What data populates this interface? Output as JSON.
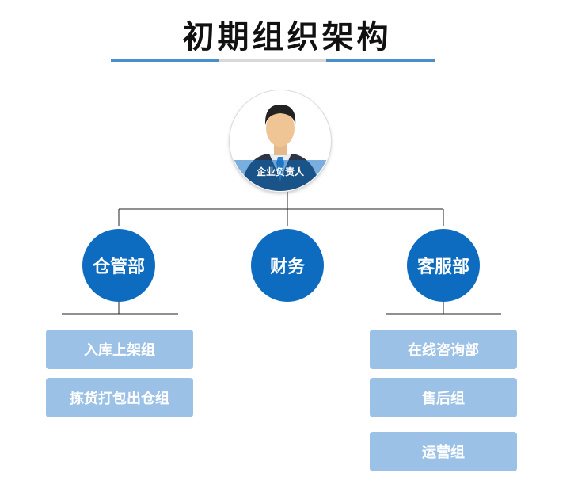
{
  "title": "初期组织架构",
  "root": {
    "label": "企业负责人",
    "icon": "businessman-avatar-icon"
  },
  "departments": [
    {
      "label": "仓管部",
      "teams": [
        "入库上架组",
        "拣货打包出仓组"
      ]
    },
    {
      "label": "财务",
      "teams": []
    },
    {
      "label": "客服部",
      "teams": [
        "在线咨询部",
        "售后组",
        "运营组"
      ]
    }
  ],
  "colors": {
    "accent": "#0d6cbf",
    "team_box": "#9cc1e6",
    "rule": "#4a8fc7"
  }
}
